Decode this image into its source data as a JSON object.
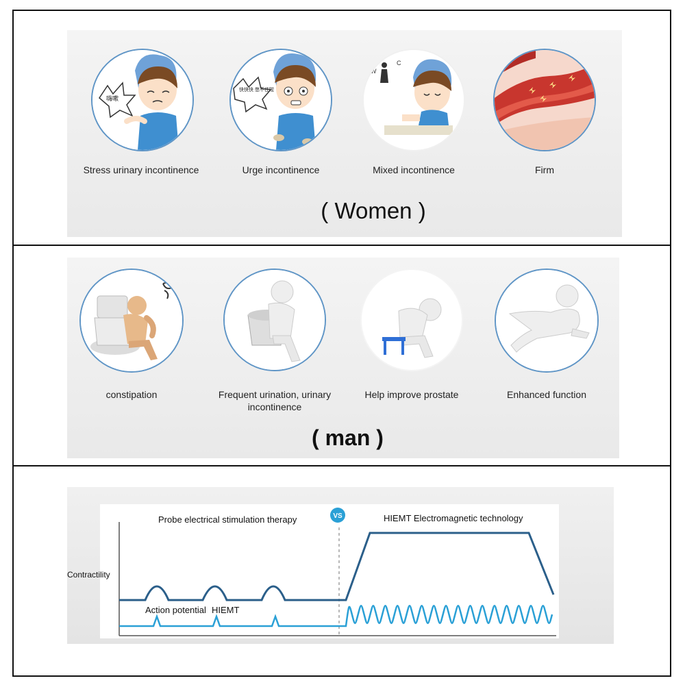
{
  "women": {
    "items": [
      {
        "label": "Stress urinary incontinence",
        "bubble": "嗨嗽"
      },
      {
        "label": "Urge incontinence",
        "bubble": "快快快 憋不住啦"
      },
      {
        "label": "Mixed incontinence",
        "sign_w": "W",
        "sign_c": "C"
      },
      {
        "label": "Firm"
      }
    ],
    "heading": "( Women )"
  },
  "man": {
    "items": [
      {
        "label": "constipation"
      },
      {
        "label": "Frequent urination, urinary incontinence"
      },
      {
        "label": "Help improve prostate"
      },
      {
        "label": "Enhanced function"
      }
    ],
    "heading": "( man )"
  },
  "comparison": {
    "left_title": "Probe electrical stimulation therapy",
    "right_title": "HIEMT Electromagnetic technology",
    "vs": "VS",
    "y_label": "Contractility",
    "legend_action": "Action potential",
    "legend_hiemt": "HIEMT",
    "colors": {
      "dark": "#2b5f8a",
      "light": "#2aa0d6"
    }
  }
}
